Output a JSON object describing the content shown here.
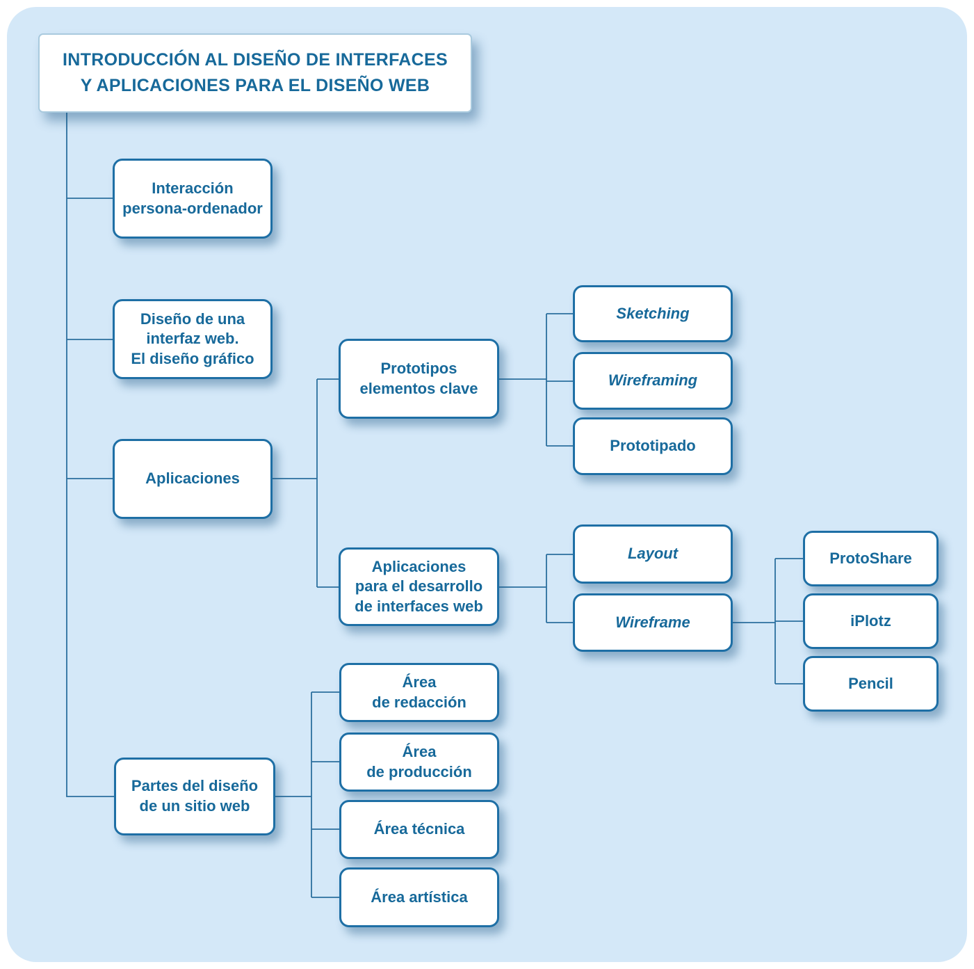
{
  "colors": {
    "panel_bg": "#d4e8f8",
    "box_bg": "#ffffff",
    "box_border": "#1e6fa5",
    "text": "#17699a",
    "connector": "#2b6f9e"
  },
  "tree": {
    "label": "INTRODUCCIÓN AL DISEÑO DE INTERFACES\nY APLICACIONES PARA EL DISEÑO WEB",
    "children": [
      {
        "id": "interaccion",
        "label": "Interacción\npersona-ordenador"
      },
      {
        "id": "diseno",
        "label": "Diseño de una\ninterfaz web.\nEl diseño gráfico"
      },
      {
        "id": "aplicaciones",
        "label": "Aplicaciones",
        "children": [
          {
            "id": "prototipos",
            "label": "Prototipos\nelementos clave",
            "children": [
              {
                "id": "sketching",
                "label": "Sketching",
                "italic": true
              },
              {
                "id": "wireframing",
                "label": "Wireframing",
                "italic": true
              },
              {
                "id": "prototipado",
                "label": "Prototipado"
              }
            ]
          },
          {
            "id": "desarrollo",
            "label": "Aplicaciones\npara el desarrollo\nde interfaces web",
            "children": [
              {
                "id": "layout",
                "label": "Layout",
                "italic": true
              },
              {
                "id": "wireframe",
                "label": "Wireframe",
                "italic": true,
                "children": [
                  {
                    "id": "protoshare",
                    "label": "ProtoShare"
                  },
                  {
                    "id": "iplotz",
                    "label": "iPlotz"
                  },
                  {
                    "id": "pencil",
                    "label": "Pencil"
                  }
                ]
              }
            ]
          }
        ]
      },
      {
        "id": "partes",
        "label": "Partes del diseño\nde un sitio web",
        "children": [
          {
            "id": "area_redaccion",
            "label": "Área\nde redacción"
          },
          {
            "id": "area_produccion",
            "label": "Área\nde producción"
          },
          {
            "id": "area_tecnica",
            "label": "Área técnica"
          },
          {
            "id": "area_artistica",
            "label": "Área artística"
          }
        ]
      }
    ]
  }
}
